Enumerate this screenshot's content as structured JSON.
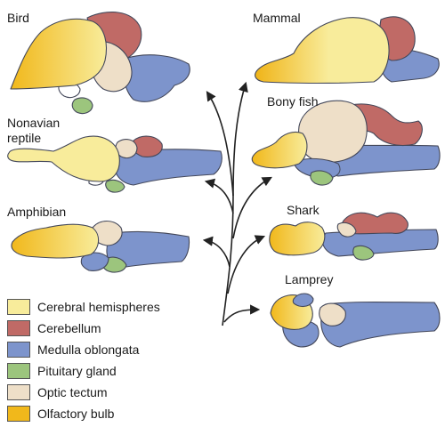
{
  "labels": {
    "bird": "Bird",
    "mammal": "Mammal",
    "nonavian_line1": "Nonavian",
    "nonavian_line2": "reptile",
    "bony_fish": "Bony fish",
    "amphibian": "Amphibian",
    "shark": "Shark",
    "lamprey": "Lamprey"
  },
  "legend": [
    {
      "label": "Cerebral hemispheres",
      "color": "#f8ec9b"
    },
    {
      "label": "Cerebellum",
      "color": "#c06a66"
    },
    {
      "label": "Medulla oblongata",
      "color": "#7d94cc"
    },
    {
      "label": "Pituitary gland",
      "color": "#9cc57d"
    },
    {
      "label": "Optic tectum",
      "color": "#eedfc8"
    },
    {
      "label": "Olfactory bulb",
      "color": "#f1b81b"
    }
  ],
  "colors": {
    "cerebrum": "#f8ec9b",
    "cerebellum": "#c06a66",
    "medulla": "#7d94cc",
    "pituitary": "#9cc57d",
    "tectum": "#eedfc8",
    "olfactory": "#f1b81b",
    "arrow": "#222222"
  }
}
